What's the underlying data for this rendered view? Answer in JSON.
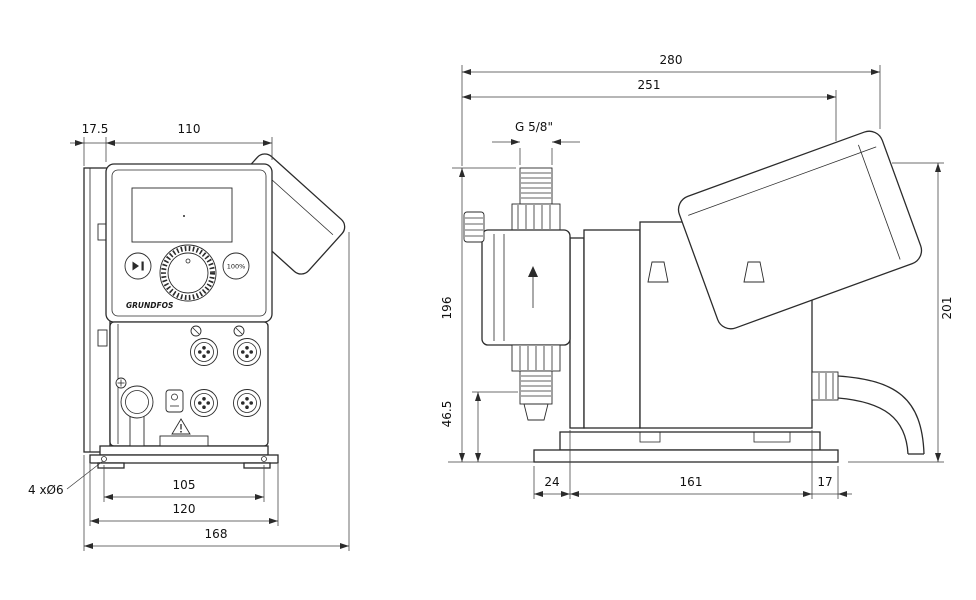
{
  "front_view": {
    "dim_offset_width": "17.5",
    "dim_body_width": "110",
    "dim_hole_spacing": "105",
    "dim_base_width": "120",
    "dim_overall_width": "168",
    "holes_label": "4 xØ6",
    "percent_button": "100%",
    "brand": "GRUNDFOS"
  },
  "side_view": {
    "dim_overall_depth": "280",
    "dim_body_depth": "251",
    "connection_thread": "G 5/8\"",
    "dim_height_to_connection": "196",
    "dim_outlet_height": "46.5",
    "dim_overall_height": "201",
    "dim_base_front_offset": "24",
    "dim_base_length": "161",
    "dim_base_rear_offset": "17"
  }
}
